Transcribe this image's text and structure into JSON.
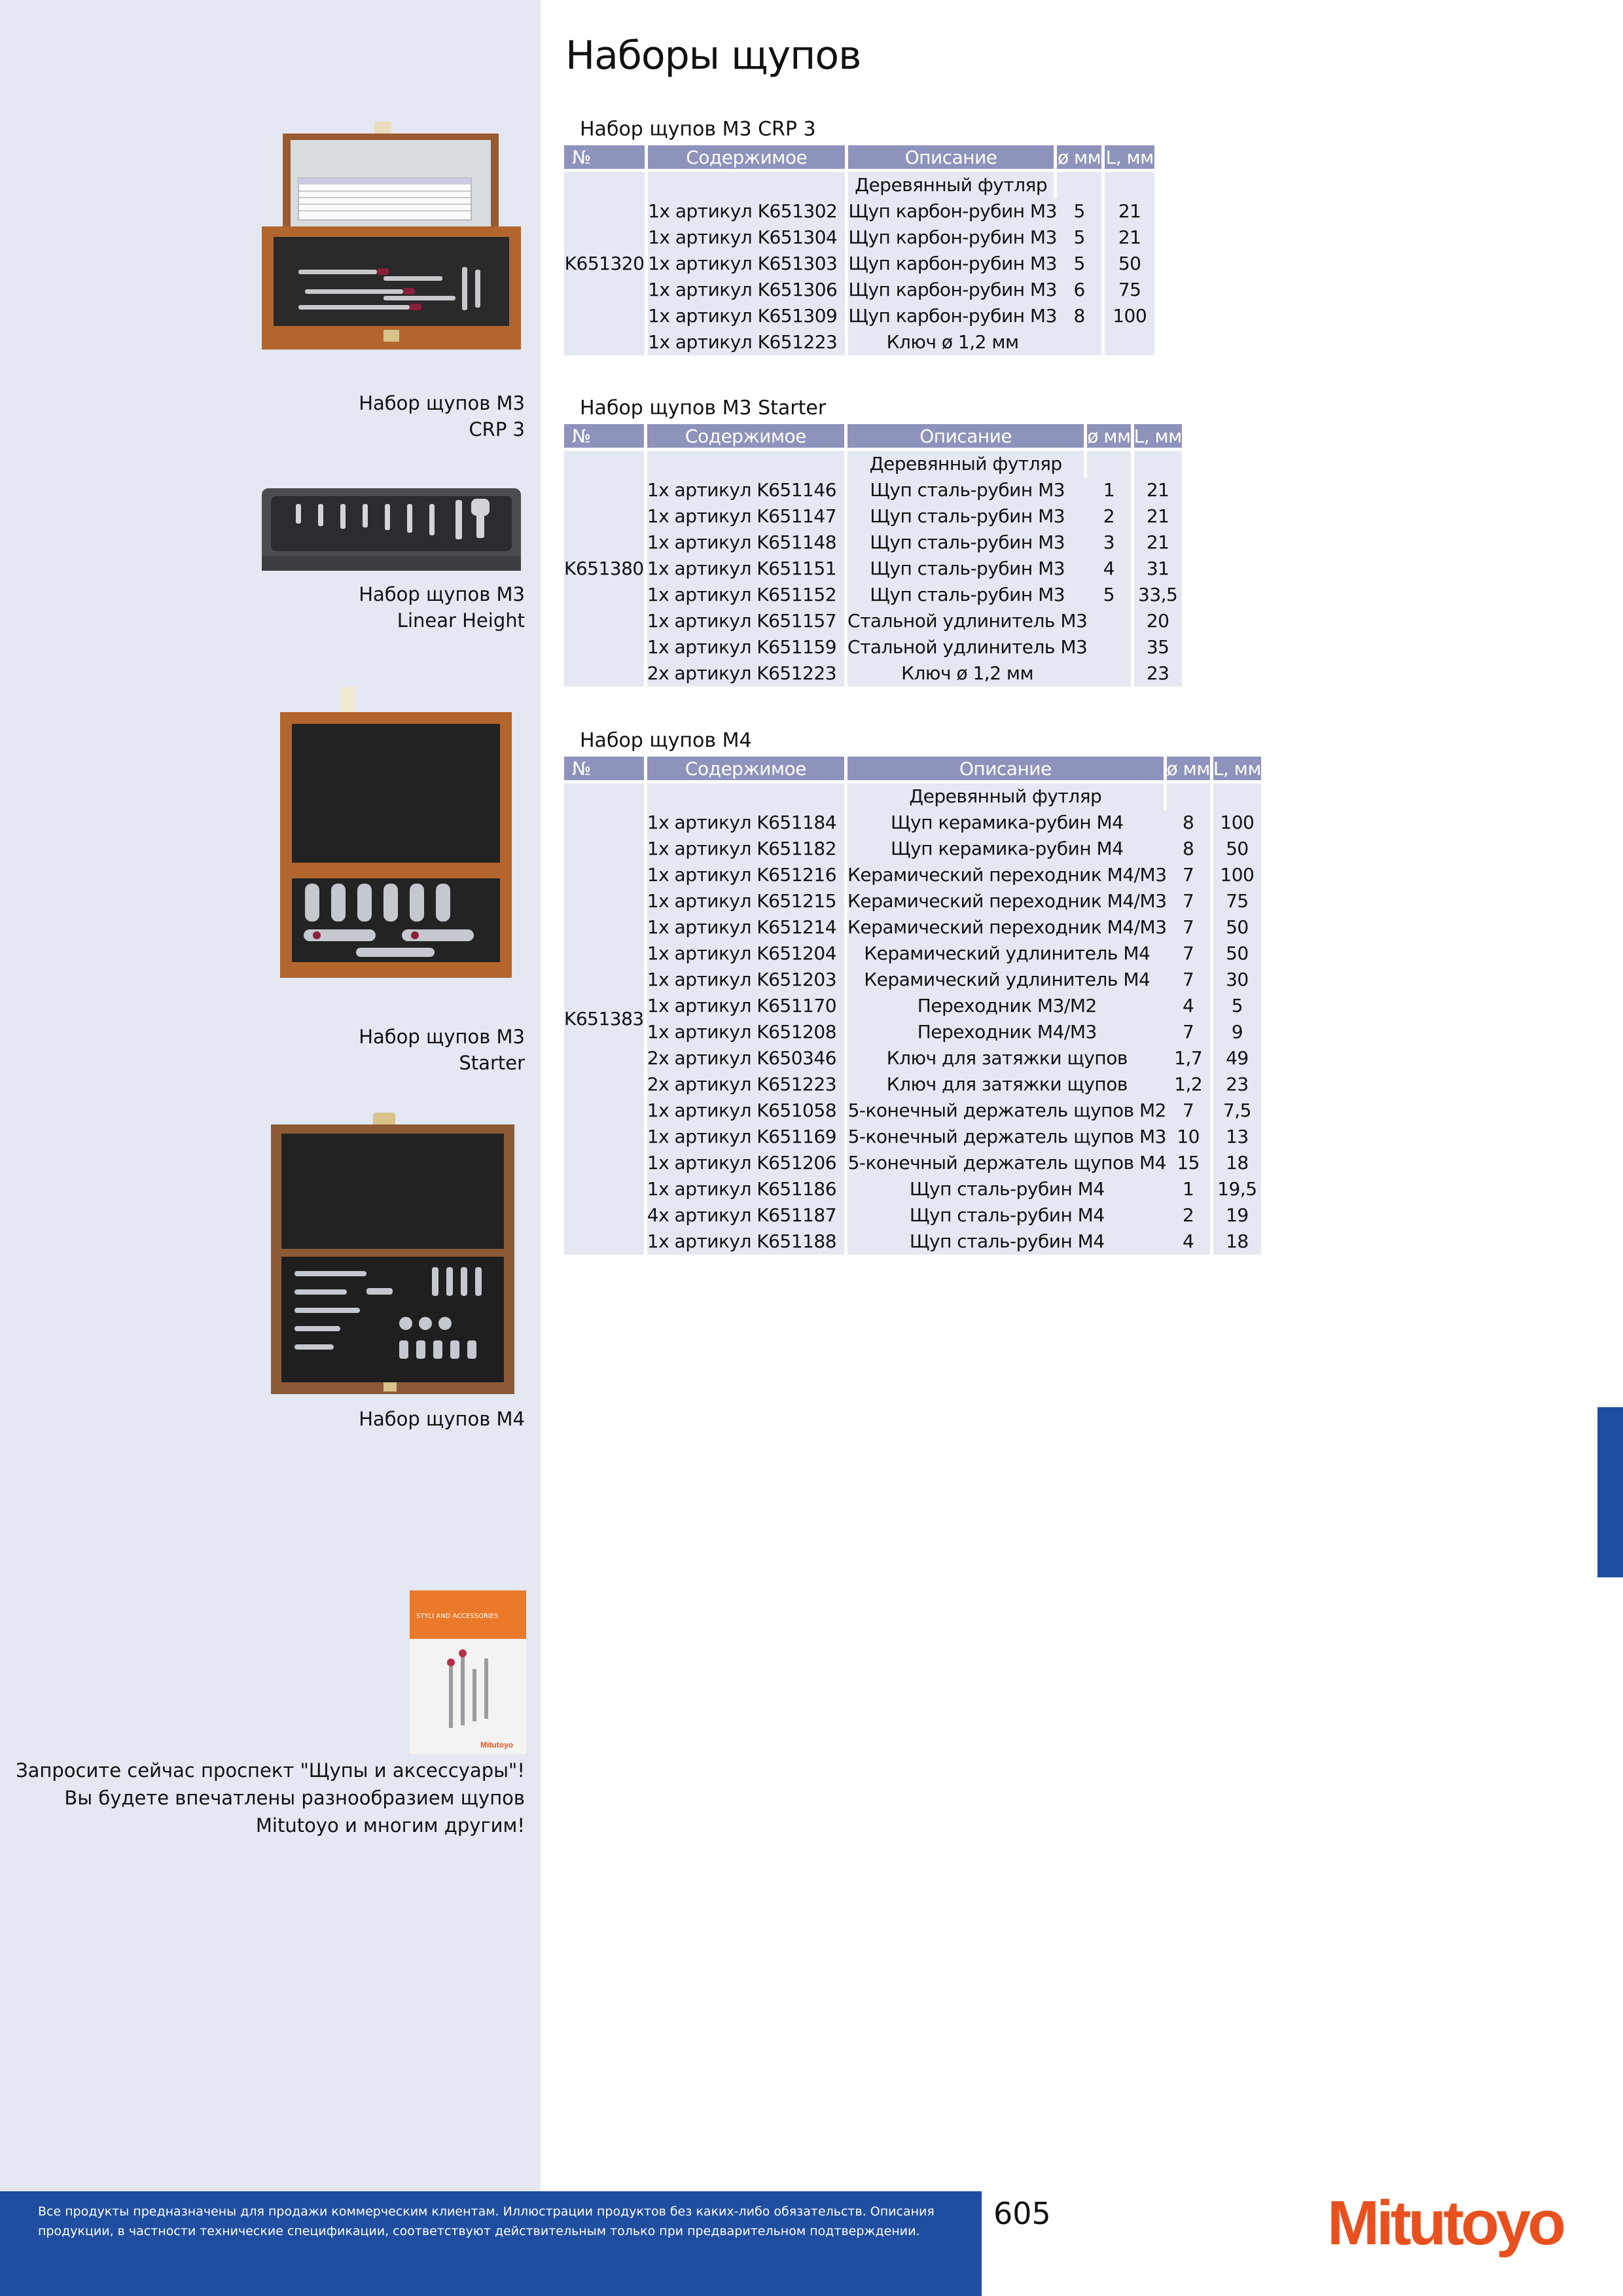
{
  "page": {
    "title": "Наборы щупов",
    "page_number": "605",
    "brand": "Mitutoyo",
    "footer_line1": "Все продукты предназначены для продажи коммерческим клиентам. Иллюстрации продуктов без каких-либо обязательств. Описания",
    "footer_line2": "продукции, в частности технические спецификации, соответствуют действительным только при предварительном подтверждении."
  },
  "colors": {
    "header": "#8d93bb",
    "row": "#e4e8f3",
    "sidebar": "#e4e8f3",
    "blue": "#1f4ea1",
    "brand": "#e8511f"
  },
  "headers": {
    "no": "№",
    "content": "Содержимое",
    "desc": "Описание",
    "d": "ø мм",
    "l": "L, мм"
  },
  "captions": {
    "crp3_l1": "Набор щупов M3",
    "crp3_l2": "CRP 3",
    "linear_l1": "Набор щупов M3",
    "linear_l2": "Linear Height",
    "starter_l1": "Набор щупов M3",
    "starter_l2": "Starter",
    "m4_l1": "Набор щупов M4"
  },
  "promo": {
    "line1": "Запросите сейчас проспект \"Щупы и аксессуары\"!",
    "line2": "Вы будете впечатлены разнообразием щупов",
    "line3": "Mitutoyo и многим другим!",
    "brochure_title": "STYLI AND ACCESSORIES",
    "brochure_brand": "Mitutoyo"
  },
  "sets": [
    {
      "title": "Набор щупов M3 CRP 3",
      "code": "K651320",
      "rows": [
        {
          "c": "",
          "d": "Деревянный футляр",
          "dia": "",
          "l": ""
        },
        {
          "c": "1x артикул K651302",
          "d": "Щуп карбон-рубин M3",
          "dia": "5",
          "l": "21"
        },
        {
          "c": "1x артикул K651304",
          "d": "Щуп карбон-рубин M3",
          "dia": "5",
          "l": "21"
        },
        {
          "c": "1x артикул K651303",
          "d": "Щуп карбон-рубин M3",
          "dia": "5",
          "l": "50"
        },
        {
          "c": "1x артикул K651306",
          "d": "Щуп карбон-рубин M3",
          "dia": "6",
          "l": "75"
        },
        {
          "c": "1x артикул K651309",
          "d": "Щуп карбон-рубин M3",
          "dia": "8",
          "l": "100"
        },
        {
          "c": "1x артикул K651223",
          "d": "Ключ ø 1,2 мм",
          "dia": "",
          "l": ""
        }
      ]
    },
    {
      "title": "Набор щупов M3 Starter",
      "code": "K651380",
      "rows": [
        {
          "c": "",
          "d": "Деревянный футляр",
          "dia": "",
          "l": ""
        },
        {
          "c": "1x артикул K651146",
          "d": "Щуп сталь-рубин M3",
          "dia": "1",
          "l": "21"
        },
        {
          "c": "1x артикул K651147",
          "d": "Щуп сталь-рубин M3",
          "dia": "2",
          "l": "21"
        },
        {
          "c": "1x артикул K651148",
          "d": "Щуп сталь-рубин M3",
          "dia": "3",
          "l": "21"
        },
        {
          "c": "1x артикул K651151",
          "d": "Щуп сталь-рубин M3",
          "dia": "4",
          "l": "31"
        },
        {
          "c": "1x артикул K651152",
          "d": "Щуп сталь-рубин M3",
          "dia": "5",
          "l": "33,5"
        },
        {
          "c": "1x артикул K651157",
          "d": "Стальной удлинитель M3",
          "dia": "",
          "l": "20"
        },
        {
          "c": "1x артикул K651159",
          "d": "Стальной удлинитель M3",
          "dia": "",
          "l": "35"
        },
        {
          "c": "2x артикул K651223",
          "d": "Ключ ø 1,2 мм",
          "dia": "",
          "l": "23"
        }
      ]
    },
    {
      "title": "Набор щупов M4",
      "code": "K651383",
      "rows": [
        {
          "c": "",
          "d": "Деревянный футляр",
          "dia": "",
          "l": ""
        },
        {
          "c": "1x артикул K651184",
          "d": "Щуп керамика-рубин M4",
          "dia": "8",
          "l": "100"
        },
        {
          "c": "1x артикул K651182",
          "d": "Щуп керамика-рубин M4",
          "dia": "8",
          "l": "50"
        },
        {
          "c": "1x артикул K651216",
          "d": "Керамический переходник M4/M3",
          "dia": "7",
          "l": "100"
        },
        {
          "c": "1x артикул K651215",
          "d": "Керамический переходник M4/M3",
          "dia": "7",
          "l": "75"
        },
        {
          "c": "1x артикул K651214",
          "d": "Керамический переходник M4/M3",
          "dia": "7",
          "l": "50"
        },
        {
          "c": "1x артикул K651204",
          "d": "Керамический удлинитель M4",
          "dia": "7",
          "l": "50"
        },
        {
          "c": "1x артикул K651203",
          "d": "Керамический удлинитель M4",
          "dia": "7",
          "l": "30"
        },
        {
          "c": "1x артикул K651170",
          "d": "Переходник M3/M2",
          "dia": "4",
          "l": "5"
        },
        {
          "c": "1x артикул K651208",
          "d": "Переходник M4/M3",
          "dia": "7",
          "l": "9"
        },
        {
          "c": "2x артикул K650346",
          "d": "Ключ для затяжки щупов",
          "dia": "1,7",
          "l": "49"
        },
        {
          "c": "2x артикул K651223",
          "d": "Ключ для затяжки щупов",
          "dia": "1,2",
          "l": "23"
        },
        {
          "c": "1x артикул K651058",
          "d": "5-конечный держатель щупов M2",
          "dia": "7",
          "l": "7,5"
        },
        {
          "c": "1x артикул K651169",
          "d": "5-конечный держатель щупов M3",
          "dia": "10",
          "l": "13"
        },
        {
          "c": "1x артикул K651206",
          "d": "5-конечный держатель щупов M4",
          "dia": "15",
          "l": "18"
        },
        {
          "c": "1x артикул K651186",
          "d": "Щуп сталь-рубин M4",
          "dia": "1",
          "l": "19,5"
        },
        {
          "c": "4x артикул K651187",
          "d": "Щуп сталь-рубин M4",
          "dia": "2",
          "l": "19"
        },
        {
          "c": "1x артикул K651188",
          "d": "Щуп сталь-рубин M4",
          "dia": "4",
          "l": "18"
        }
      ]
    }
  ]
}
